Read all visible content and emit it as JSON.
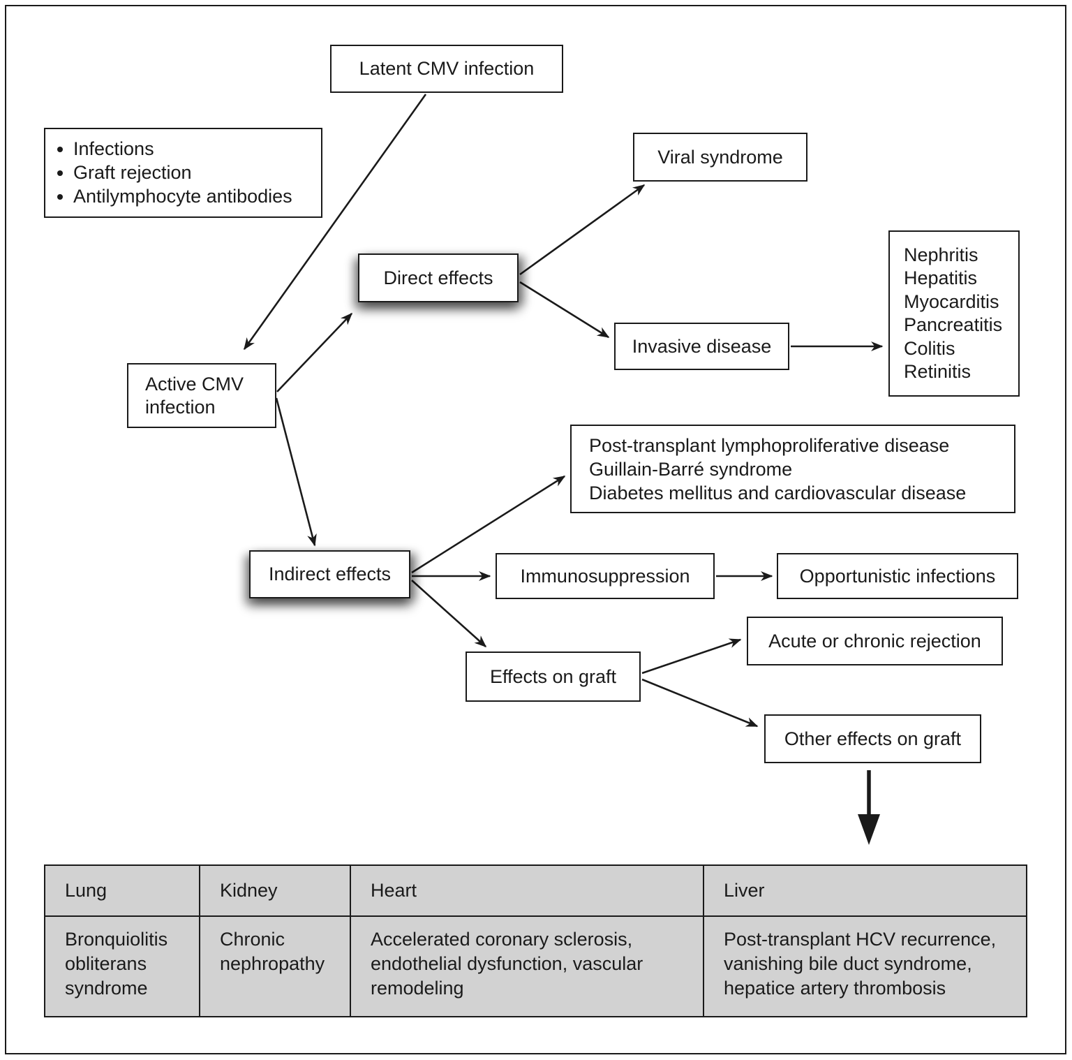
{
  "figure_title": "CMV infection effects flow diagram",
  "colors": {
    "background": "#ffffff",
    "line": "#1a1a1a",
    "table_bg": "#d2d2d2",
    "box_bg": "#ffffff"
  },
  "boxes": {
    "latent": "Latent CMV infection",
    "risk_factors": [
      "Infections",
      "Graft rejection",
      "Antilymphocyte antibodies"
    ],
    "viral": "Viral syndrome",
    "direct": "Direct effects",
    "invasive": "Invasive disease",
    "organ_diseases": [
      "Nephritis",
      "Hepatitis",
      "Myocarditis",
      "Pancreatitis",
      "Colitis",
      "Retinitis"
    ],
    "active": "Active CMV infection",
    "indirect_outcomes": [
      "Post-transplant lymphoproliferative disease",
      "Guillain-Barré syndrome",
      "Diabetes mellitus and cardiovascular disease"
    ],
    "indirect": "Indirect effects",
    "immunosuppression": "Immunosuppression",
    "opportunistic": "Opportunistic infections",
    "effects_on_graft": "Effects on graft",
    "acute_rejection": "Acute or chronic rejection",
    "other_effects": "Other effects on graft"
  },
  "table": {
    "headers": [
      "Lung",
      "Kidney",
      "Heart",
      "Liver"
    ],
    "rows": [
      [
        "Bronquiolitis obliterans syndrome",
        "Chronic nephropathy",
        "Accelerated coronary sclerosis, endothelial dysfunction, vascular remodeling",
        "Post-transplant HCV recurrence, vanishing bile duct syndrome, hepatice artery thrombosis"
      ]
    ]
  }
}
